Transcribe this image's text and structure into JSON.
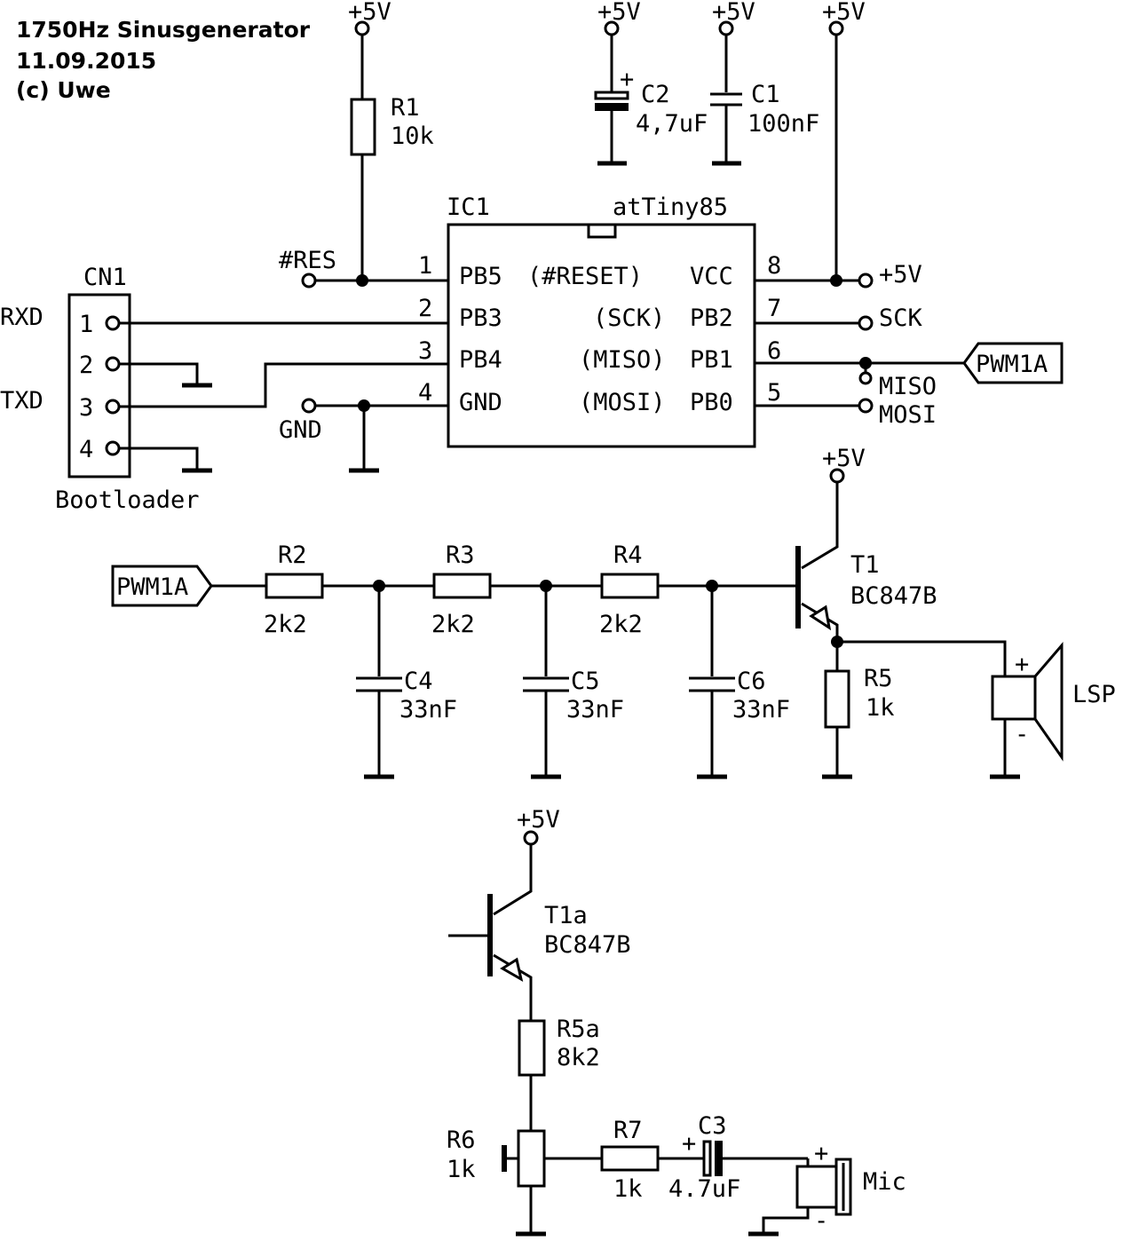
{
  "header": {
    "title": "1750Hz Sinusgenerator",
    "date": "11.09.2015",
    "author": "(c) Uwe"
  },
  "supply": "+5V",
  "ic1": {
    "ref": "IC1",
    "part": "atTiny85",
    "pins_left": [
      {
        "num": "1",
        "name": "PB5"
      },
      {
        "num": "2",
        "name": "PB3"
      },
      {
        "num": "3",
        "name": "PB4"
      },
      {
        "num": "4",
        "name": "GND"
      }
    ],
    "pins_right": [
      {
        "num": "8",
        "name": "VCC"
      },
      {
        "num": "7",
        "name": "PB2"
      },
      {
        "num": "6",
        "name": "PB1"
      },
      {
        "num": "5",
        "name": "PB0"
      }
    ],
    "alt_functions": [
      "(#RESET)",
      "(SCK)",
      "(MISO)",
      "(MOSI)"
    ]
  },
  "connector": {
    "ref": "CN1",
    "caption": "Bootloader",
    "pins": [
      "1",
      "2",
      "3",
      "4"
    ],
    "signals": [
      "RXD",
      "TXD"
    ]
  },
  "nets": {
    "reset": "#RES",
    "gnd": "GND",
    "vcc": "+5V",
    "sck": "SCK",
    "miso": "MISO",
    "mosi": "MOSI",
    "pwm": "PWM1A"
  },
  "components": {
    "r1": {
      "ref": "R1",
      "value": "10k"
    },
    "c2": {
      "ref": "C2",
      "value": "4,7uF",
      "polarity": "+"
    },
    "c1": {
      "ref": "C1",
      "value": "100nF"
    },
    "r2": {
      "ref": "R2",
      "value": "2k2"
    },
    "r3": {
      "ref": "R3",
      "value": "2k2"
    },
    "r4": {
      "ref": "R4",
      "value": "2k2"
    },
    "c4": {
      "ref": "C4",
      "value": "33nF"
    },
    "c5": {
      "ref": "C5",
      "value": "33nF"
    },
    "c6": {
      "ref": "C6",
      "value": "33nF"
    },
    "t1": {
      "ref": "T1",
      "value": "BC847B"
    },
    "r5": {
      "ref": "R5",
      "value": "1k"
    },
    "lsp": {
      "ref": "LSP",
      "plus": "+",
      "minus": "-"
    },
    "t1a": {
      "ref": "T1a",
      "value": "BC847B"
    },
    "r5a": {
      "ref": "R5a",
      "value": "8k2"
    },
    "r6": {
      "ref": "R6",
      "value": "1k"
    },
    "r7": {
      "ref": "R7",
      "value": "1k"
    },
    "c3": {
      "ref": "C3",
      "value": "4.7uF",
      "polarity": "+"
    },
    "mic": {
      "ref": "Mic",
      "plus": "+",
      "minus": "-"
    }
  }
}
